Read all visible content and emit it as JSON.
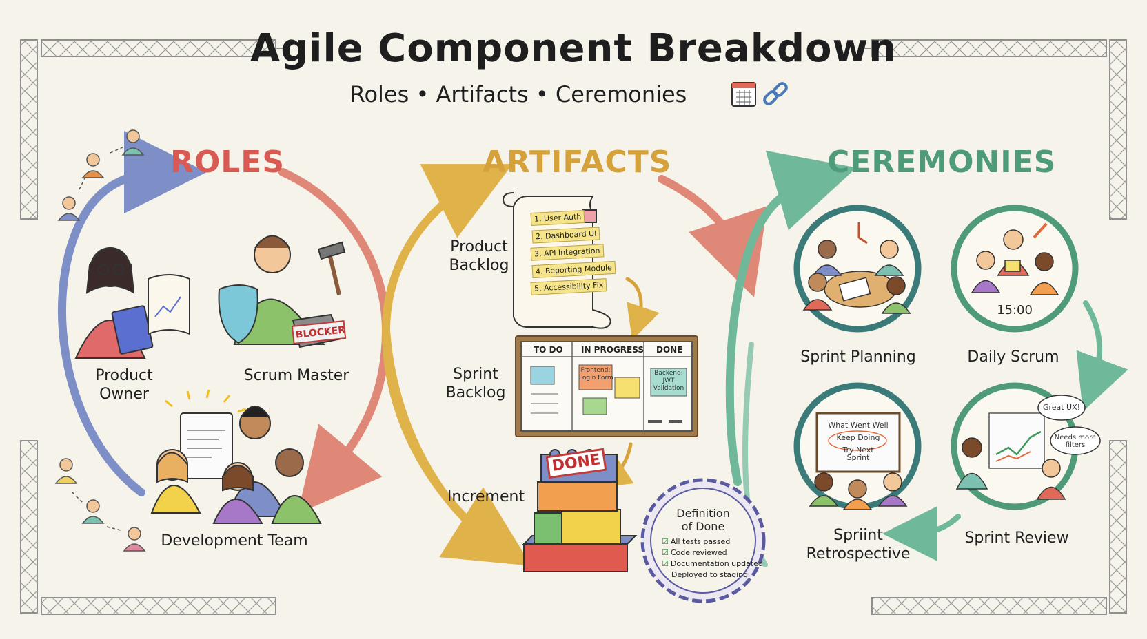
{
  "header": {
    "title": "Agile Component Breakdown",
    "subtitle": "Roles • Artifacts • Ceremonies",
    "icons": [
      "calendar-icon",
      "chain-link-icon"
    ]
  },
  "colors": {
    "roles": "#d85a52",
    "artifacts": "#d4a13a",
    "ceremonies": "#4f9a78",
    "arrow_blue": "#7e8fc8",
    "arrow_red": "#e08878",
    "arrow_gold": "#e0b24a",
    "arrow_green": "#6fb89a",
    "background": "#f6f3ea"
  },
  "roles": {
    "heading": "ROLES",
    "product_owner": "Product\nOwner",
    "scrum_master": "Scrum Master",
    "blocker_sign": "BLOCKER",
    "development_team": "Development Team"
  },
  "artifacts": {
    "heading": "ARTIFACTS",
    "product_backlog": {
      "label": "Product\nBacklog",
      "items": [
        "1. User Auth",
        "2. Dashboard UI",
        "3. API Integration",
        "4. Reporting Module",
        "5. Accessibility Fix"
      ]
    },
    "sprint_backlog": {
      "label": "Sprint\nBacklog",
      "columns": [
        "TO DO",
        "IN PROGRESS",
        "DONE"
      ],
      "notes": [
        "Frontend:\nLogin Form",
        "Backend:\nJWT\nValidation"
      ]
    },
    "increment": {
      "label": "Increment",
      "stamp": "DONE"
    },
    "definition_of_done": {
      "title": "Definition\nof Done",
      "items": [
        "All tests passed",
        "Code reviewed",
        "Documentation updated",
        "Deployed to staging"
      ]
    }
  },
  "ceremonies": {
    "heading": "CEREMONIES",
    "sprint_planning": "Sprint Planning",
    "daily_scrum": "Daily Scrum",
    "daily_scrum_clock": "15:00",
    "sprint_review": "Sprint Review",
    "review_bubbles": [
      "Great UX!",
      "Needs more\nfilters"
    ],
    "sprint_retrospective": "Spriint\nRetrospective",
    "retro_board": [
      "What Went Well",
      "Keep Doing",
      "Try Next\nSprint"
    ]
  }
}
